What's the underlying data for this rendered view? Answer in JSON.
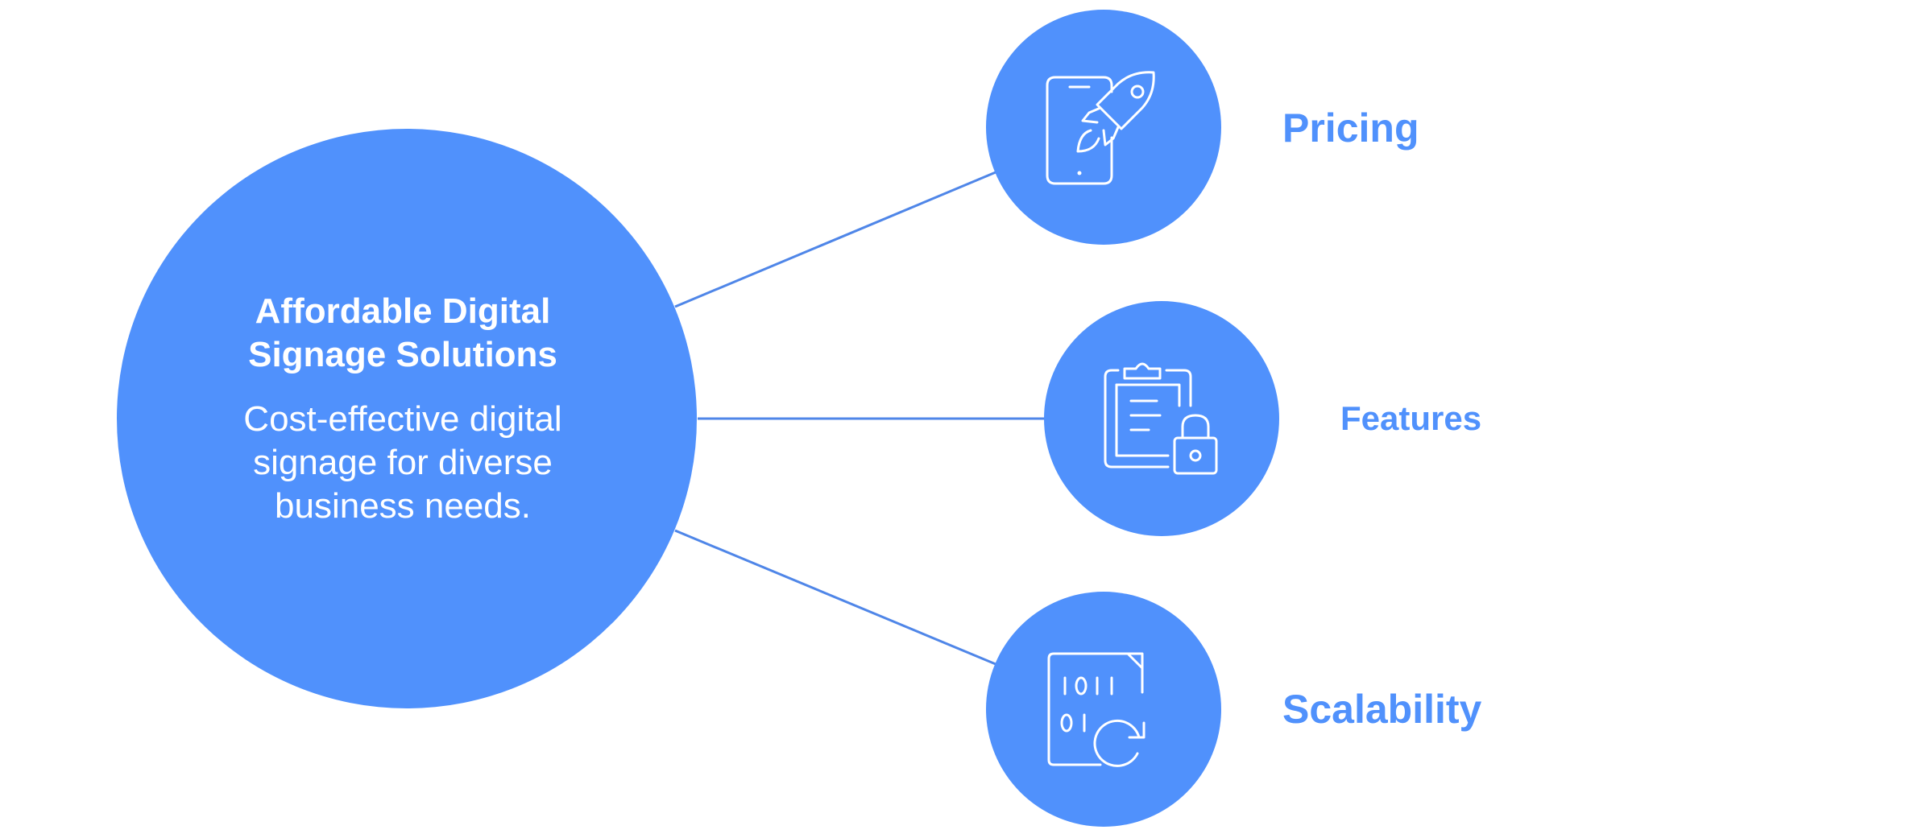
{
  "colors": {
    "node_fill": "#5091FC",
    "connector": "#4F86E8",
    "label": "#5091FC",
    "icon_stroke": "#FFFFFF"
  },
  "center": {
    "title_line1": "Affordable Digital",
    "title_line2": "Signage Solutions",
    "desc_line1": "Cost-effective digital",
    "desc_line2": "signage for diverse",
    "desc_line3": "business needs."
  },
  "branches": [
    {
      "label": "Pricing",
      "icon": "phone-rocket-icon"
    },
    {
      "label": "Features",
      "icon": "clipboard-lock-icon"
    },
    {
      "label": "Scalability",
      "icon": "binary-file-refresh-icon"
    }
  ]
}
